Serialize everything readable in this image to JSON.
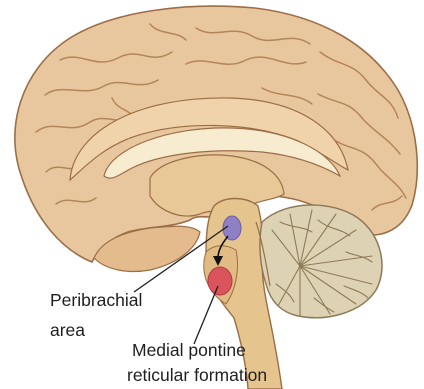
{
  "labels": {
    "peribrachial_line1": "Peribrachial",
    "peribrachial_line2": "area",
    "medial_line1": "Medial pontine",
    "medial_line2": "reticular formation"
  },
  "colors": {
    "cortex": "#e9c79e",
    "cortex_outline": "#9c6e46",
    "sulcus": "#b48558",
    "white_matter": "#f3e3c2",
    "brainstem": "#e5c48e",
    "cerebellum": "#ddd2b4",
    "peribrachial": "#8f7fc4",
    "medial_pontine": "#d9545c"
  }
}
